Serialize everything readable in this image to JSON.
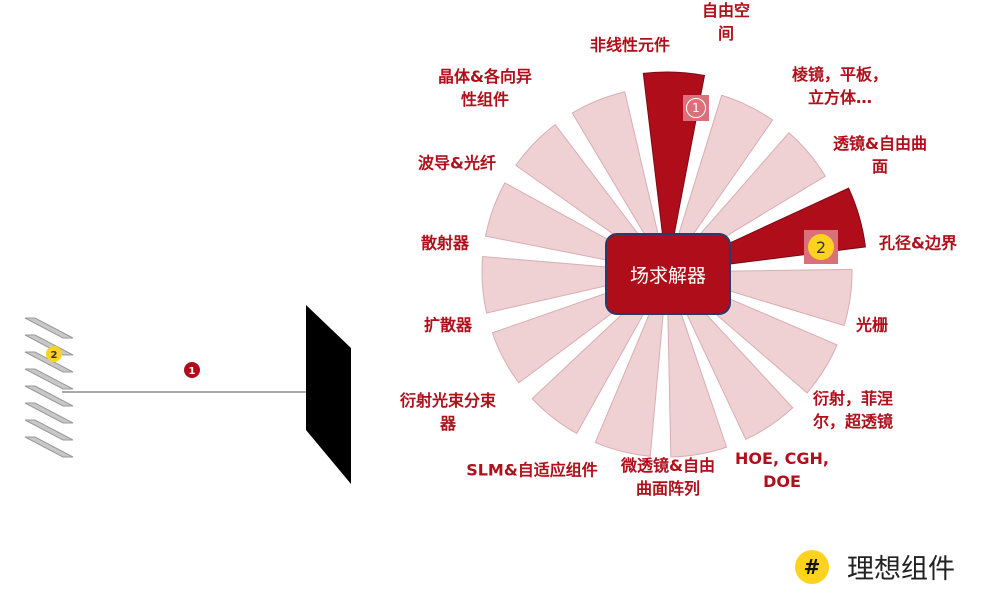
{
  "hub": {
    "label": "场求解器"
  },
  "sectors": [
    {
      "label": "自由空间",
      "lines": [
        "自由空",
        "间"
      ],
      "highlight": true
    },
    {
      "label": "棱镜，平板，立方体…",
      "lines": [
        "棱镜，平板，",
        "立方体…"
      ],
      "highlight": false
    },
    {
      "label": "透镜&自由曲面",
      "lines": [
        "透镜&自由曲",
        "面"
      ],
      "highlight": false
    },
    {
      "label": "孔径&边界",
      "lines": [
        "孔径&边界"
      ],
      "highlight": true
    },
    {
      "label": "光栅",
      "lines": [
        "光栅"
      ],
      "highlight": false
    },
    {
      "label": "衍射，菲涅尔，超透镜",
      "lines": [
        "衍射，菲涅",
        "尔，超透镜"
      ],
      "highlight": false
    },
    {
      "label": "HOE, CGH, DOE",
      "lines": [
        "HOE, CGH,",
        "DOE"
      ],
      "highlight": false
    },
    {
      "label": "微透镜&自由曲面阵列",
      "lines": [
        "微透镜&自由",
        "曲面阵列"
      ],
      "highlight": false
    },
    {
      "label": "SLM&自适应组件",
      "lines": [
        "SLM&自适应组件"
      ],
      "highlight": false
    },
    {
      "label": "衍射光束分束器",
      "lines": [
        "衍射光束分束",
        "器"
      ],
      "highlight": false
    },
    {
      "label": "扩散器",
      "lines": [
        "扩散器"
      ],
      "highlight": false
    },
    {
      "label": "散射器",
      "lines": [
        "散射器"
      ],
      "highlight": false
    },
    {
      "label": "波导&光纤",
      "lines": [
        "波导&光纤"
      ],
      "highlight": false
    },
    {
      "label": "晶体&各向异性组件",
      "lines": [
        "晶体&各向异",
        "性组件"
      ],
      "highlight": false
    },
    {
      "label": "非线性元件",
      "lines": [
        "非线性元件"
      ],
      "highlight": false
    }
  ],
  "markers": {
    "m1": "1",
    "m2": "2"
  },
  "legend": {
    "symbol": "#",
    "text": "理想组件"
  },
  "colors": {
    "accent": "#b00d1b",
    "light_sector": "#efd0d3",
    "marker_yellow": "#ffd21f"
  }
}
